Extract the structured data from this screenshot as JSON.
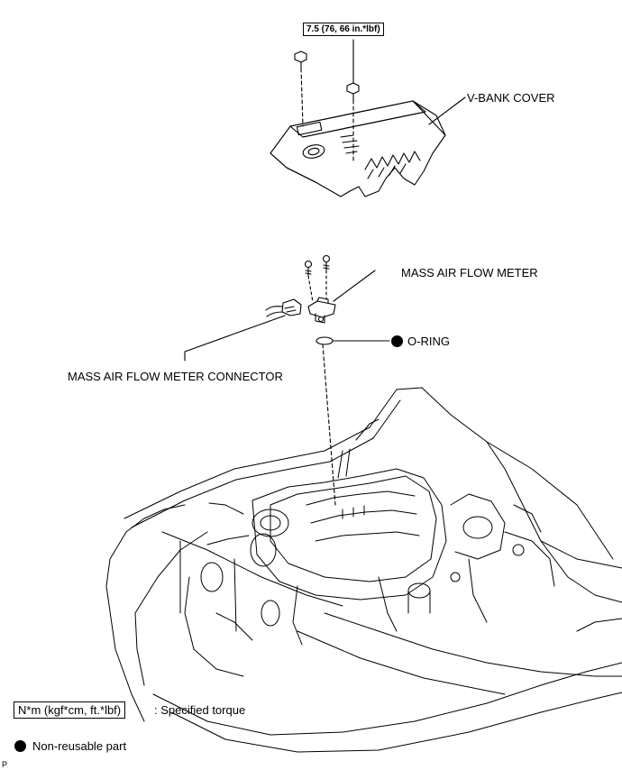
{
  "torque_value": "7.5 (76, 66 in.*lbf)",
  "labels": {
    "v_bank_cover": "V-BANK COVER",
    "mass_air_flow_meter": "MASS AIR FLOW METER",
    "o_ring": "O-RING",
    "maf_connector": "MASS AIR FLOW METER CONNECTOR"
  },
  "legend": {
    "torque_unit": "N*m (kgf*cm, ft.*lbf)",
    "torque_desc": ": Specified torque",
    "non_reusable": "Non-reusable part"
  },
  "corner_mark": "P"
}
